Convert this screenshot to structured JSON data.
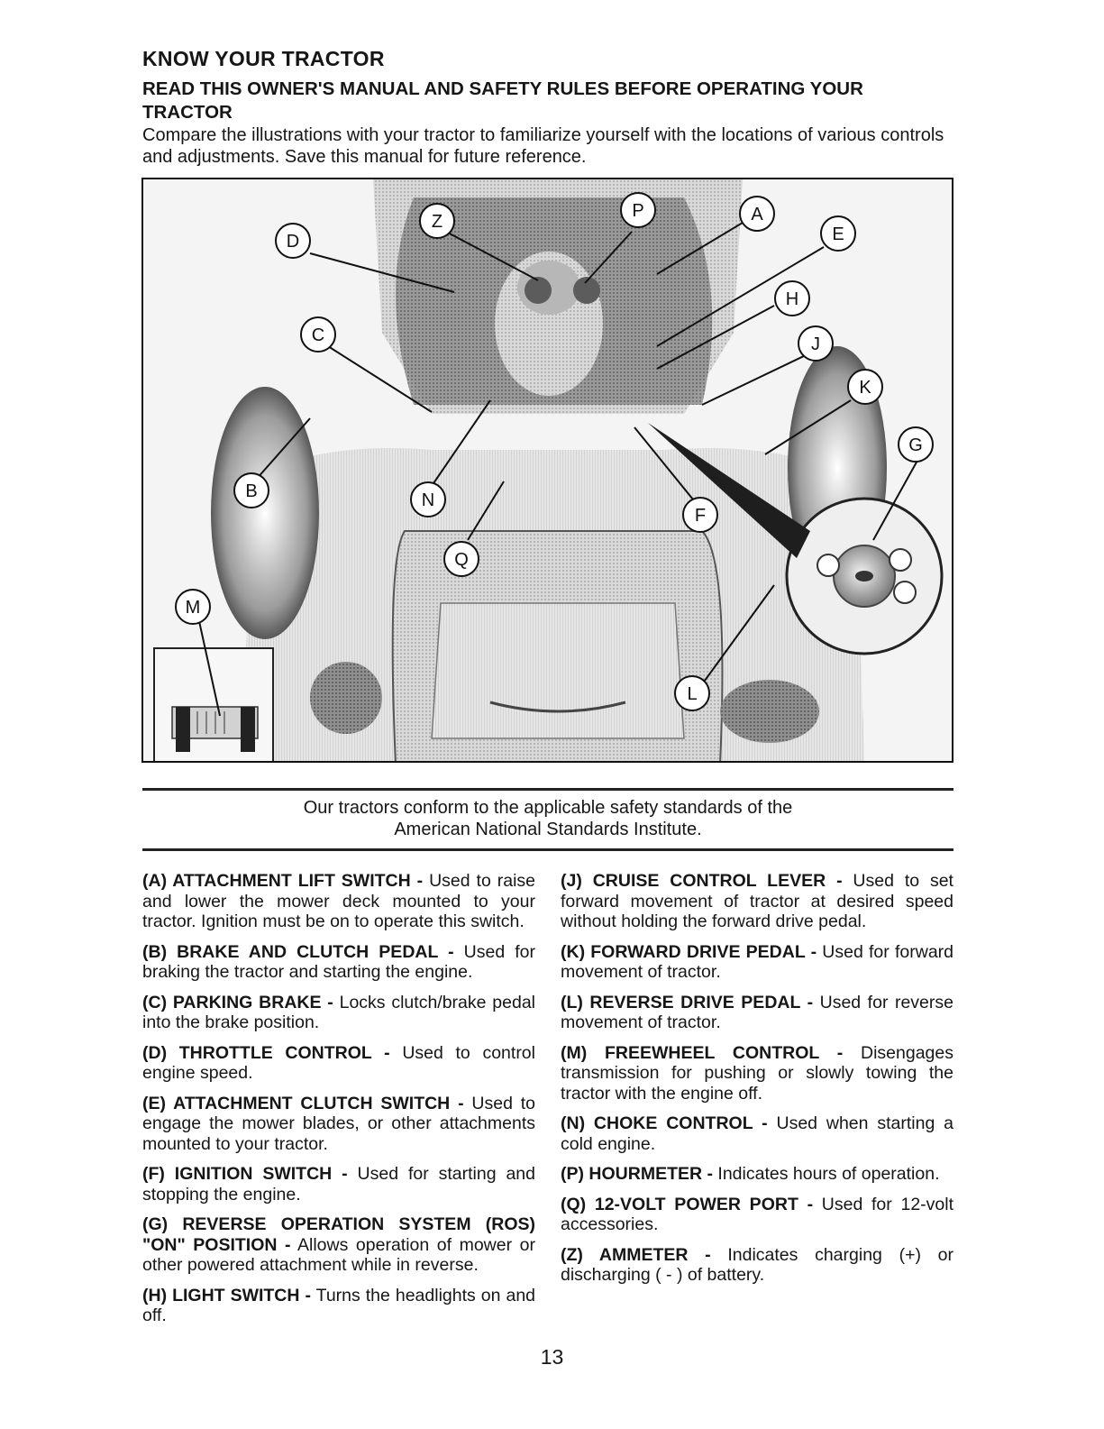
{
  "header": {
    "title": "KNOW YOUR TRACTOR",
    "subtitle": "READ THIS OWNER'S MANUAL AND SAFETY RULES BEFORE OPERATING YOUR TRACTOR",
    "intro": "Compare the illustrations with your tractor to familiarize yourself with the locations of various controls and adjustments. Save this manual for future reference."
  },
  "figure": {
    "callouts": [
      "Z",
      "P",
      "A",
      "D",
      "E",
      "H",
      "C",
      "J",
      "K",
      "G",
      "B",
      "N",
      "F",
      "Q",
      "M",
      "L"
    ]
  },
  "notice": {
    "line1": "Our tractors conform to the applicable safety standards of the",
    "line2": "American National Standards Institute."
  },
  "controls_left": [
    {
      "term": "(A) ATTACHMENT LIFT SWITCH -",
      "desc": " Used to raise and lower the mower deck mounted to your tractor. Ignition must be on to operate this switch."
    },
    {
      "term": "(B) BRAKE AND CLUTCH PEDAL -",
      "desc": " Used for braking the tractor and starting the engine."
    },
    {
      "term": "(C) PARKING BRAKE -",
      "desc": " Locks clutch/brake pedal into the brake position."
    },
    {
      "term": "(D) THROTTLE CONTROL -",
      "desc": " Used to control engine speed."
    },
    {
      "term": "(E) ATTACHMENT CLUTCH SWITCH -",
      "desc": " Used to engage the mower blades, or other attachments mounted to your tractor."
    },
    {
      "term": "(F) IGNITION SWITCH -",
      "desc": " Used for starting and stopping the engine."
    },
    {
      "term": "(G) REVERSE OPERATION SYSTEM (ROS) \"ON\" POSITION -",
      "desc": " Allows operation of mower or other powered attachment while in reverse."
    },
    {
      "term": "(H) LIGHT SWITCH -",
      "desc": " Turns the headlights on and off."
    }
  ],
  "controls_right": [
    {
      "term": "(J) CRUISE CONTROL LEVER -",
      "desc": " Used to set forward movement of tractor at desired speed without holding the forward drive pedal."
    },
    {
      "term": "(K) FORWARD DRIVE PEDAL -",
      "desc": " Used for forward movement of tractor."
    },
    {
      "term": "(L) REVERSE DRIVE PEDAL -",
      "desc": " Used for reverse movement of tractor."
    },
    {
      "term": "(M) FREEWHEEL CONTROL -",
      "desc": " Disengages transmission for pushing or slowly towing the tractor with the engine off."
    },
    {
      "term": "(N) CHOKE CONTROL -",
      "desc": " Used when starting a cold engine."
    },
    {
      "term": "(P) HOURMETER -",
      "desc": " Indicates hours of operation."
    },
    {
      "term": "(Q) 12-VOLT POWER PORT -",
      "desc": " Used for 12-volt accessories."
    },
    {
      "term": "(Z) AMMETER -",
      "desc": " Indicates charging (+) or discharging ( - ) of battery."
    }
  ],
  "page_number": "13"
}
